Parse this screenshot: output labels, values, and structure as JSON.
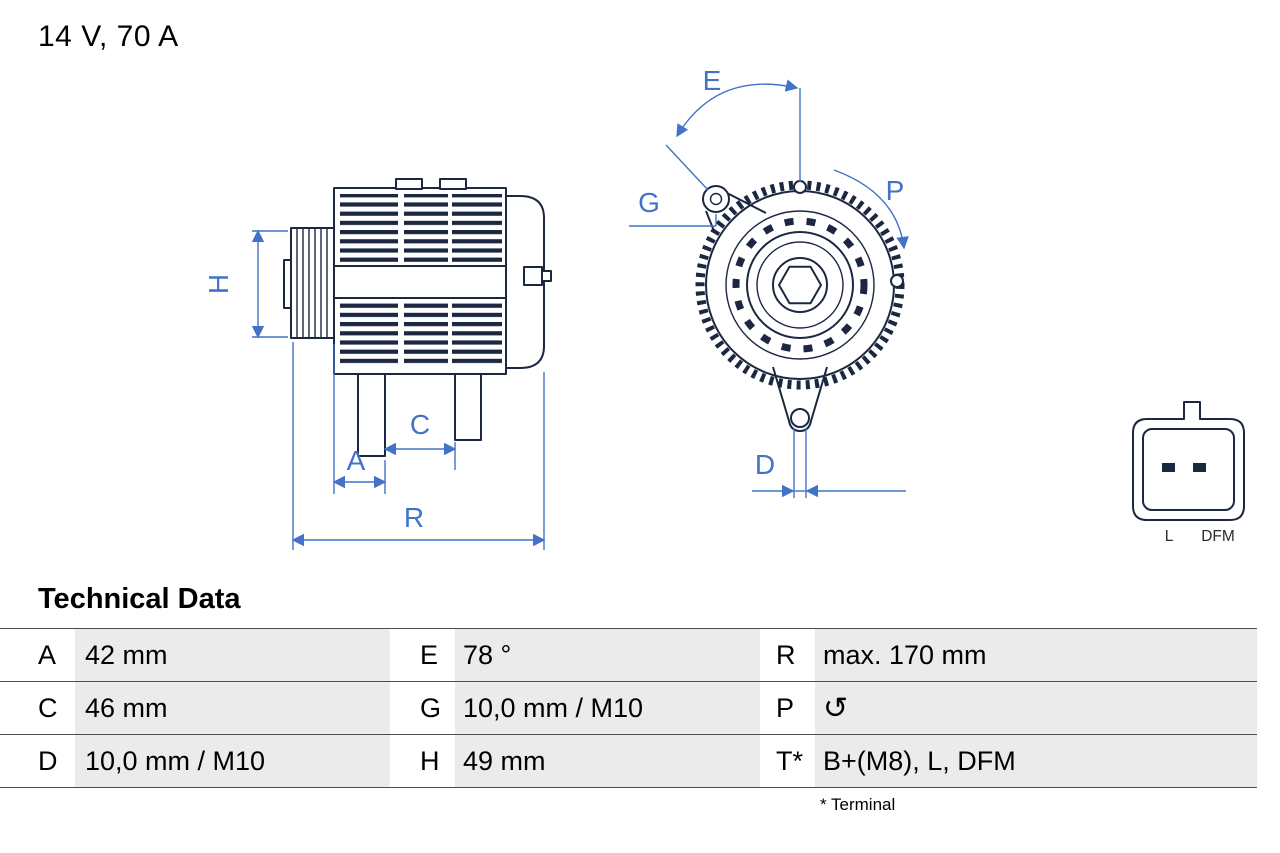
{
  "title": "14 V, 70 A",
  "drawing": {
    "colors": {
      "line": "#1c2742",
      "dimension": "#4273c8"
    },
    "side_view_labels": {
      "H": "H",
      "A": "A",
      "C": "C",
      "R": "R"
    },
    "front_view_labels": {
      "E": "E",
      "G": "G",
      "P": "P",
      "D": "D"
    },
    "connector_labels": {
      "left": "L",
      "right": "DFM"
    }
  },
  "technical_data": {
    "heading": "Technical Data",
    "rows": [
      [
        {
          "k": "A",
          "v": "42 mm"
        },
        {
          "k": "E",
          "v": "78 °"
        },
        {
          "k": "R",
          "v": "max. 170 mm"
        }
      ],
      [
        {
          "k": "C",
          "v": "46 mm"
        },
        {
          "k": "G",
          "v": "10,0 mm / M10"
        },
        {
          "k": "P",
          "v": "",
          "icon": "rotation-ccw-icon",
          "glyph": "↺"
        }
      ],
      [
        {
          "k": "D",
          "v": "10,0 mm / M10"
        },
        {
          "k": "H",
          "v": "49 mm"
        },
        {
          "k": "T*",
          "v": "B+(M8), L, DFM"
        }
      ]
    ],
    "footnote": "* Terminal"
  }
}
